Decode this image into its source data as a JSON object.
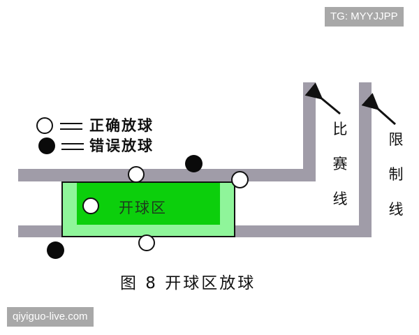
{
  "watermark_top": "TG: MYYJJPP",
  "watermark_bottom": "qiyiguo-live.com",
  "legend": {
    "items": [
      {
        "symbol": "open-circle",
        "equals": "＝",
        "label": "正确放球"
      },
      {
        "symbol": "filled-circle",
        "equals": "＝",
        "label": "错误放球"
      }
    ]
  },
  "zone": {
    "label": "开球区",
    "outer_color": "#8ff59a",
    "inner_color": "#0ccf0c"
  },
  "labels": {
    "game_line": [
      "比",
      "赛",
      "线"
    ],
    "limit_line": [
      "限",
      "制",
      "线"
    ]
  },
  "caption": "图 8 开球区放球",
  "colors": {
    "line_gray": "#a09ca8",
    "correct": "#ffffff",
    "wrong": "#0a0a0a"
  }
}
